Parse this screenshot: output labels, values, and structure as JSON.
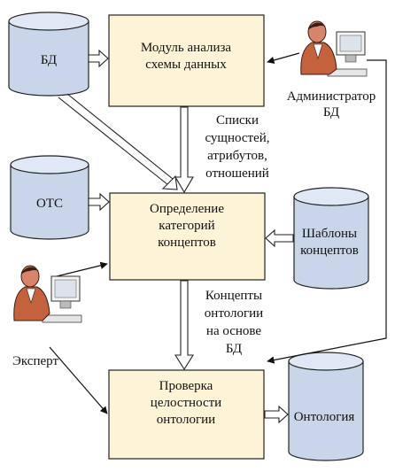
{
  "databases": {
    "bd": "БД",
    "otc": "ОТС",
    "templates": [
      "Шаблоны",
      "концептов"
    ],
    "ontology": "Онтология"
  },
  "processes": {
    "schema_analysis": [
      "Модуль анализа",
      "схемы данных"
    ],
    "category_definition": [
      "Определение",
      "категорий",
      "концептов"
    ],
    "integrity_check": [
      "Проверка",
      "целостности",
      "онтологии"
    ]
  },
  "actors": {
    "admin": [
      "Администратор",
      "БД"
    ],
    "expert": "Эксперт"
  },
  "flow_labels": {
    "lists": [
      "Списки",
      "сущностей,",
      "атрибутов,",
      "отношений"
    ],
    "concepts": [
      "Концепты",
      "онтологии",
      "на основе",
      "БД"
    ]
  },
  "colors": {
    "database_fill": "#c9d6ea",
    "process_fill": "#fdf4d8",
    "person_skin": "#d8846a"
  }
}
